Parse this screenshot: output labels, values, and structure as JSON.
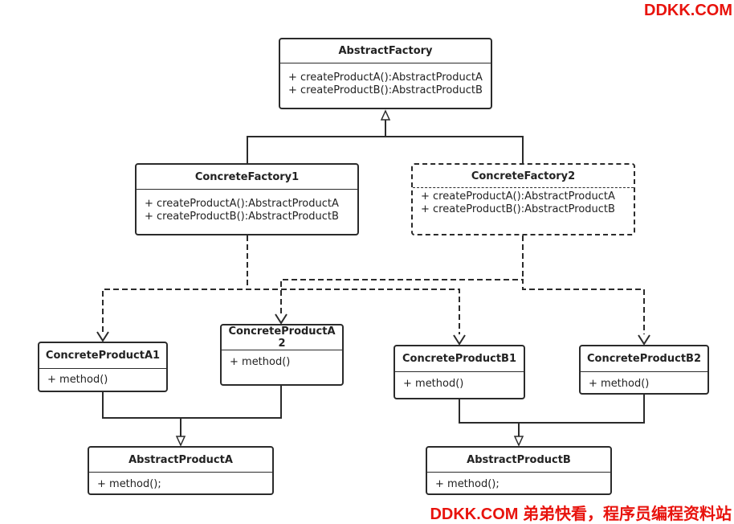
{
  "classes": {
    "abstract_factory": {
      "name": "AbstractFactory",
      "methods": [
        "+ createProductA():AbstractProductA",
        "+ createProductB():AbstractProductB"
      ]
    },
    "concrete_factory_1": {
      "name": "ConcreteFactory1",
      "methods": [
        "+ createProductA():AbstractProductA",
        "+ createProductB():AbstractProductB"
      ]
    },
    "concrete_factory_2": {
      "name": "ConcreteFactory2",
      "methods": [
        "+ createProductA():AbstractProductA",
        "+ createProductB():AbstractProductB"
      ]
    },
    "concrete_product_a1": {
      "name": "ConcreteProductA1",
      "methods": [
        "+ method()"
      ]
    },
    "concrete_product_a2": {
      "name": "ConcreteProductA2",
      "methods": [
        "+ method()"
      ]
    },
    "concrete_product_b1": {
      "name": "ConcreteProductB1",
      "methods": [
        "+ method()"
      ]
    },
    "concrete_product_b2": {
      "name": "ConcreteProductB2",
      "methods": [
        "+ method()"
      ]
    },
    "abstract_product_a": {
      "name": "AbstractProductA",
      "methods": [
        "+ method();"
      ]
    },
    "abstract_product_b": {
      "name": "AbstractProductB",
      "methods": [
        "+ method();"
      ]
    }
  },
  "relations": [
    {
      "from": "concrete_factory_1",
      "to": "abstract_factory",
      "kind": "inheritance"
    },
    {
      "from": "concrete_factory_2",
      "to": "abstract_factory",
      "kind": "inheritance"
    },
    {
      "from": "concrete_factory_1",
      "to": "concrete_product_a1",
      "kind": "dependency"
    },
    {
      "from": "concrete_factory_1",
      "to": "concrete_product_b1",
      "kind": "dependency"
    },
    {
      "from": "concrete_factory_2",
      "to": "concrete_product_a2",
      "kind": "dependency"
    },
    {
      "from": "concrete_factory_2",
      "to": "concrete_product_b2",
      "kind": "dependency"
    },
    {
      "from": "concrete_product_a1",
      "to": "abstract_product_a",
      "kind": "inheritance"
    },
    {
      "from": "concrete_product_a2",
      "to": "abstract_product_a",
      "kind": "inheritance"
    },
    {
      "from": "concrete_product_b1",
      "to": "abstract_product_b",
      "kind": "inheritance"
    },
    {
      "from": "concrete_product_b2",
      "to": "abstract_product_b",
      "kind": "inheritance"
    }
  ],
  "watermark": {
    "top": "DDKK.COM",
    "bottom": "DDKK.COM 弟弟快看，程序员编程资料站",
    "color": "#e8130d"
  }
}
